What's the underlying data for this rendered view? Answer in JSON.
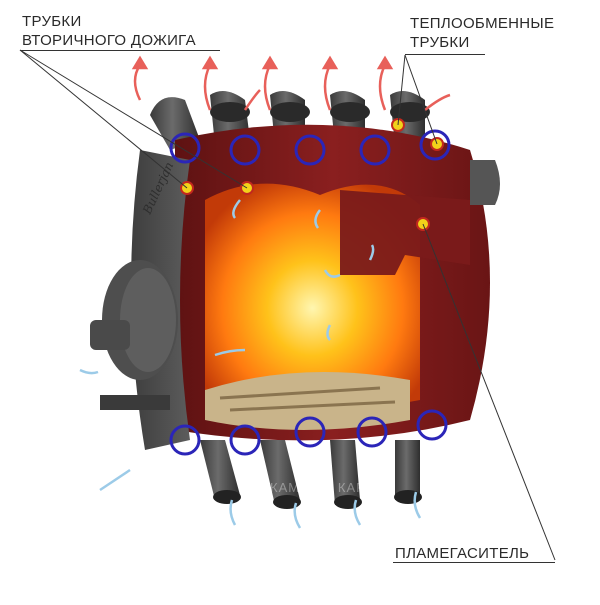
{
  "labels": {
    "secondary_tubes_line1": "ТРУБКИ",
    "secondary_tubes_line2": "ВТОРИЧНОГО ДОЖИГА",
    "heat_exchange_line1": "ТЕПЛООБМЕННЫЕ",
    "heat_exchange_line2": "ТРУБКИ",
    "flame_arrester": "ПЛАМЕГАСИТЕЛЬ"
  },
  "brand_logo_text": "Bullerjan",
  "watermark": "КАМИНЫ КАРКИН",
  "colors": {
    "body_red": "#7a1a1a",
    "steel_dark": "#4a4a4a",
    "steel_mid": "#6a6a6a",
    "tube_ring": "#2b25b8",
    "hot_air_arrow": "#e8605a",
    "cold_air_arrow": "#9ccbe8",
    "marker_yellow": "#f2d21a",
    "marker_red": "#c2281e"
  }
}
